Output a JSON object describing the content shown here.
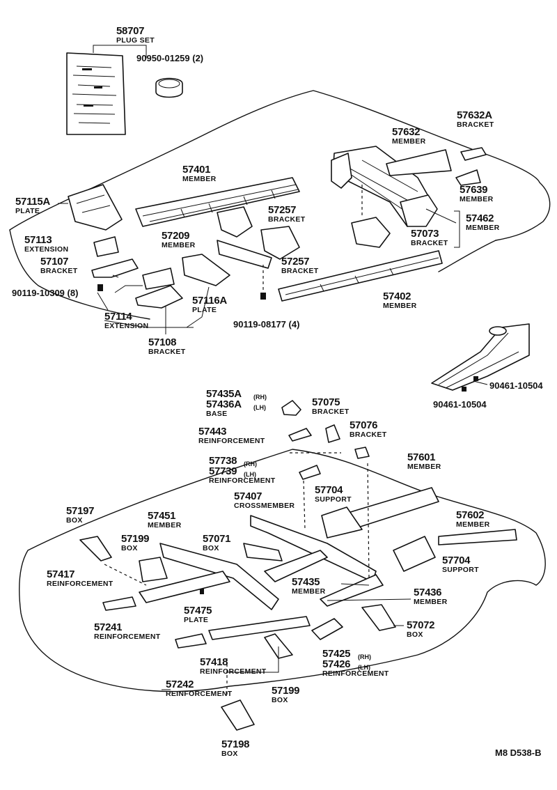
{
  "figure_code": "M8  D538-B",
  "parts": {
    "p58707": {
      "number": "58707",
      "name": "PLUG SET"
    },
    "p90950": {
      "number": "90950-01259 (2)"
    },
    "p57632A": {
      "number": "57632A",
      "name": "BRACKET"
    },
    "p57632": {
      "number": "57632",
      "name": "MEMBER"
    },
    "p57401": {
      "number": "57401",
      "name": "MEMBER"
    },
    "p57639": {
      "number": "57639",
      "name": "MEMBER"
    },
    "p57115A": {
      "number": "57115A",
      "name": "PLATE"
    },
    "p57257a": {
      "number": "57257",
      "name": "BRACKET"
    },
    "p57462": {
      "number": "57462",
      "name": "MEMBER"
    },
    "p57113": {
      "number": "57113",
      "name": "EXTENSION"
    },
    "p57209": {
      "number": "57209",
      "name": "MEMBER"
    },
    "p57073": {
      "number": "57073",
      "name": "BRACKET"
    },
    "p57107": {
      "number": "57107",
      "name": "BRACKET"
    },
    "p57257b": {
      "number": "57257",
      "name": "BRACKET"
    },
    "p90119a": {
      "number": "90119-10309 (8)"
    },
    "p57402": {
      "number": "57402",
      "name": "MEMBER"
    },
    "p57114": {
      "number": "57114",
      "name": "EXTENSION"
    },
    "p57116A": {
      "number": "57116A",
      "name": "PLATE"
    },
    "p90119b": {
      "number": "90119-08177 (4)"
    },
    "p57108": {
      "number": "57108",
      "name": "BRACKET"
    },
    "p90461a": {
      "number": "90461-10504"
    },
    "p90461b": {
      "number": "90461-10504"
    },
    "p57435A": {
      "number": "57435A",
      "suffix": "(RH)"
    },
    "p57436A": {
      "number": "57436A",
      "suffix": "(LH)",
      "name": "BASE"
    },
    "p57075": {
      "number": "57075",
      "name": "BRACKET"
    },
    "p57443": {
      "number": "57443",
      "name": "REINFORCEMENT"
    },
    "p57076": {
      "number": "57076",
      "name": "BRACKET"
    },
    "p57738": {
      "number": "57738",
      "suffix": "(RH)"
    },
    "p57739": {
      "number": "57739",
      "suffix": "(LH)",
      "name": "REINFORCEMENT"
    },
    "p57601": {
      "number": "57601",
      "name": "MEMBER"
    },
    "p57704a": {
      "number": "57704",
      "name": "SUPPORT"
    },
    "p57407": {
      "number": "57407",
      "name": "CROSSMEMBER"
    },
    "p57197": {
      "number": "57197",
      "name": "BOX"
    },
    "p57451": {
      "number": "57451",
      "name": "MEMBER"
    },
    "p57602": {
      "number": "57602",
      "name": "MEMBER"
    },
    "p57199a": {
      "number": "57199",
      "name": "BOX"
    },
    "p57071": {
      "number": "57071",
      "name": "BOX"
    },
    "p57704b": {
      "number": "57704",
      "name": "SUPPORT"
    },
    "p57417": {
      "number": "57417",
      "name": "REINFORCEMENT"
    },
    "p57435": {
      "number": "57435",
      "name": "MEMBER"
    },
    "p57436": {
      "number": "57436",
      "name": "MEMBER"
    },
    "p57475": {
      "number": "57475",
      "name": "PLATE"
    },
    "p57241": {
      "number": "57241",
      "name": "REINFORCEMENT"
    },
    "p57072": {
      "number": "57072",
      "name": "BOX"
    },
    "p57418": {
      "number": "57418",
      "name": "REINFORCEMENT"
    },
    "p57425": {
      "number": "57425",
      "suffix": "(RH)"
    },
    "p57426": {
      "number": "57426",
      "suffix": "(LH)",
      "name": "REINFORCEMENT"
    },
    "p57242": {
      "number": "57242",
      "name": "REINFORCEMENT"
    },
    "p57199b": {
      "number": "57199",
      "name": "BOX"
    },
    "p57198": {
      "number": "57198",
      "name": "BOX"
    }
  }
}
